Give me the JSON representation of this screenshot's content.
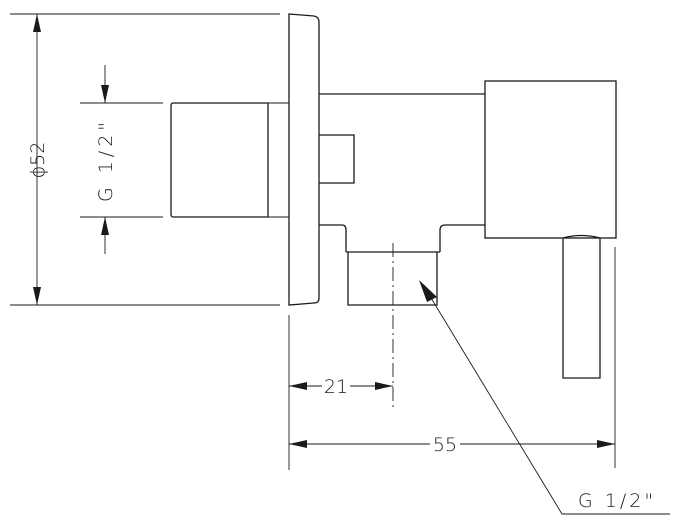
{
  "drawing": {
    "dimensions": {
      "diameter": "ϕ52",
      "inlet_thread": "G 1/2\"",
      "outlet_offset": "21",
      "overall_depth": "55",
      "outlet_thread": "G 1/2\""
    },
    "line_color": "#1a1a1a",
    "background": "#ffffff"
  }
}
